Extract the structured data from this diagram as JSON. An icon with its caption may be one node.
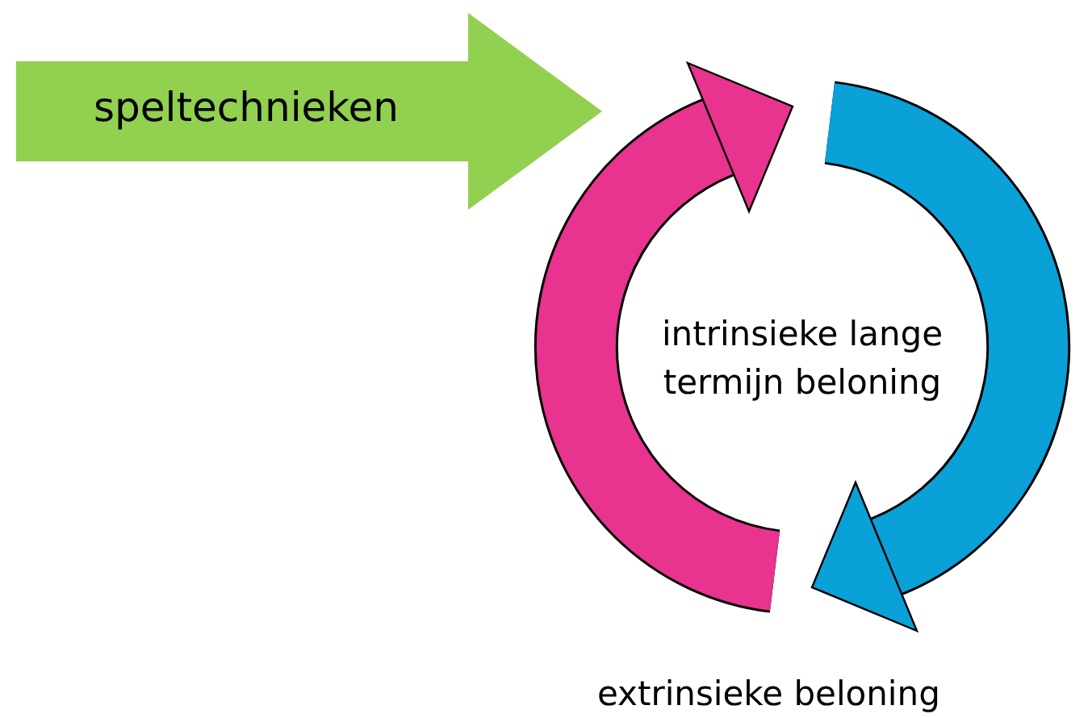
{
  "diagram": {
    "nodes": [
      {
        "text": [
          "speltechnieken"
        ]
      },
      {
        "text": [
          "intrinsieke lange termijn beloning"
        ]
      }
    ],
    "labels": [
      "extrinsieke beloning"
    ]
  }
}
